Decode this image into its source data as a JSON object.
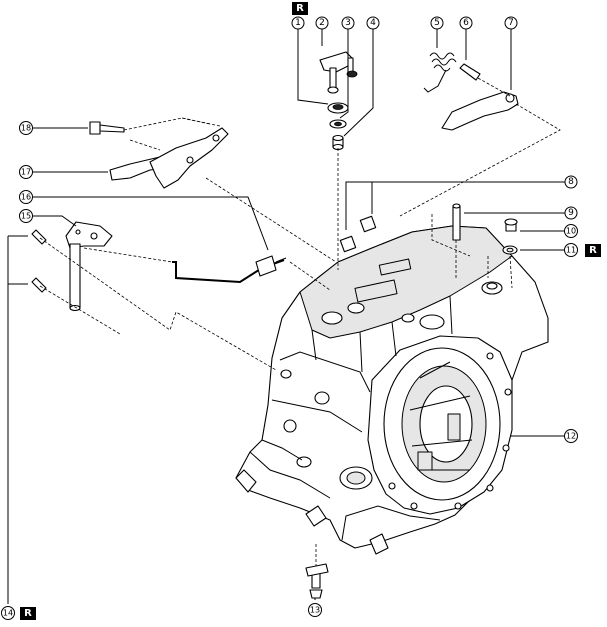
{
  "callouts": [
    "1",
    "2",
    "3",
    "4",
    "5",
    "6",
    "7",
    "8",
    "9",
    "10",
    "11",
    "12",
    "13",
    "14",
    "15",
    "16",
    "17",
    "18"
  ],
  "replace_marker": "R"
}
